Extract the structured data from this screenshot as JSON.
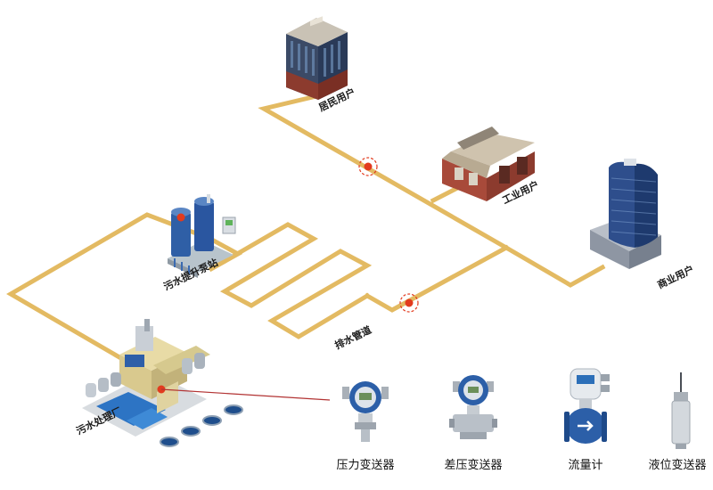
{
  "labels": {
    "residential": "居民用户",
    "industrial": "工业用户",
    "commercial": "商业用户",
    "pump_station": "污水提升泵站",
    "drain_pipe": "排水管道",
    "treatment_plant": "污水处理厂"
  },
  "devices": [
    {
      "label": "压力变送器"
    },
    {
      "label": "差压变送器"
    },
    {
      "label": "流量计"
    },
    {
      "label": "液位变送器"
    }
  ],
  "colors": {
    "pipe": "#E3BA62",
    "marker": "#E23B1E",
    "pointer_line": "#B23333",
    "device_blue": "#2C5FA8"
  }
}
